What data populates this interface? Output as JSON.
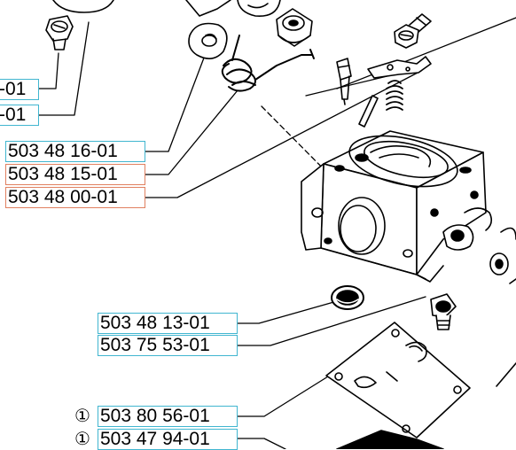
{
  "callouts": [
    {
      "id": "p1",
      "text": "-01",
      "tag": null
    },
    {
      "id": "p2",
      "text": "-01",
      "tag": null
    },
    {
      "id": "p3",
      "text": "503 48 16-01",
      "tag": null
    },
    {
      "id": "p4",
      "text": "503 48 15-01",
      "tag": null
    },
    {
      "id": "p5",
      "text": "503 48 00-01",
      "tag": null
    },
    {
      "id": "p6",
      "text": "503 48 13-01",
      "tag": null
    },
    {
      "id": "p7",
      "text": "503 75 53-01",
      "tag": null
    },
    {
      "id": "p8",
      "text": "503 80 56-01",
      "tag": "1"
    },
    {
      "id": "p9",
      "text": "503 47 94-01",
      "tag": "1"
    }
  ],
  "colors": {
    "box_blue": "#41b6d0",
    "box_orange": "#e08060",
    "ink": "#000000"
  }
}
